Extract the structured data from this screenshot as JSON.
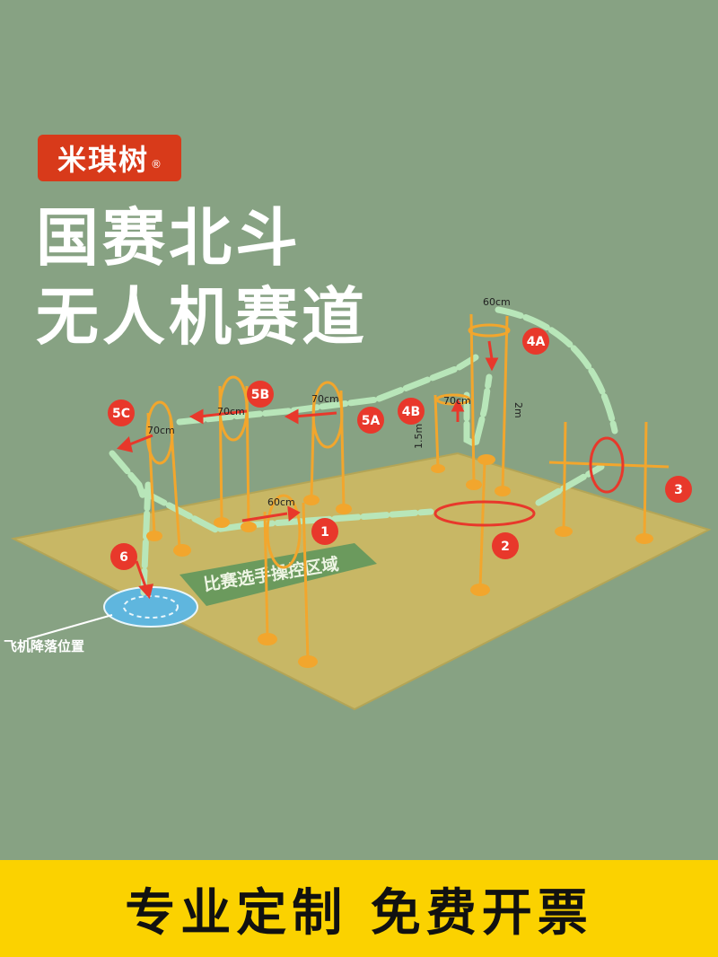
{
  "brand": {
    "name": "米琪树",
    "reg": "®",
    "color": "#d83a1a"
  },
  "headline": {
    "line1": "国赛北斗",
    "line2": "无人机赛道"
  },
  "course": {
    "zone_label": "比赛选手操控区域",
    "landing_label": "飞机降落位置",
    "markers": [
      "1",
      "2",
      "3",
      "4A",
      "4B",
      "5A",
      "5B",
      "5C",
      "6"
    ],
    "dimensions": [
      "60cm",
      "60cm",
      "70cm",
      "70cm",
      "70cm",
      "70cm",
      "2m",
      "1.5m"
    ]
  },
  "footer": {
    "text": "专业定制 免费开票"
  },
  "colors": {
    "background": "#87a283",
    "floor": "#c8b765",
    "pole": "#f2a62d",
    "tube": "#b8e6b9",
    "arrow": "#e8382b",
    "footer": "#fbd200"
  }
}
